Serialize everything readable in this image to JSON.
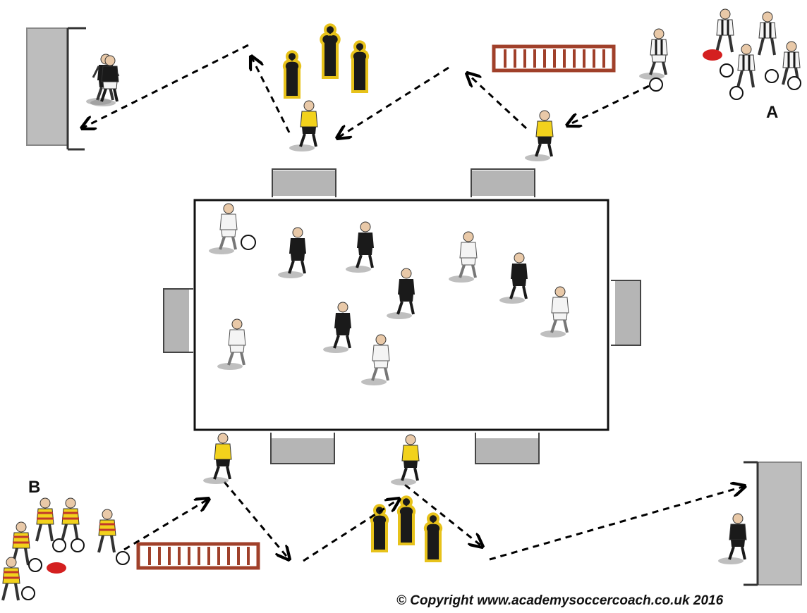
{
  "groups": {
    "a_label": "A",
    "b_label": "B"
  },
  "copyright": "© Copyright www.academysoccercoach.co.uk 2016",
  "colors": {
    "kit_yellow": "#f2d21c",
    "kit_black": "#1a1a1a",
    "kit_white": "#f4f4f4",
    "kit_stripe_red": "#c0392b",
    "goal_grey": "#bdbdbd",
    "ladder_red": "#a0402a",
    "mannequin_yellow": "#e7c21a",
    "cone_red": "#d42020"
  },
  "icons": [
    "goal-icon",
    "mannequin-icon",
    "agility-ladder-icon",
    "ball-icon",
    "cone-icon",
    "player-icon",
    "pass-arrow-icon"
  ]
}
